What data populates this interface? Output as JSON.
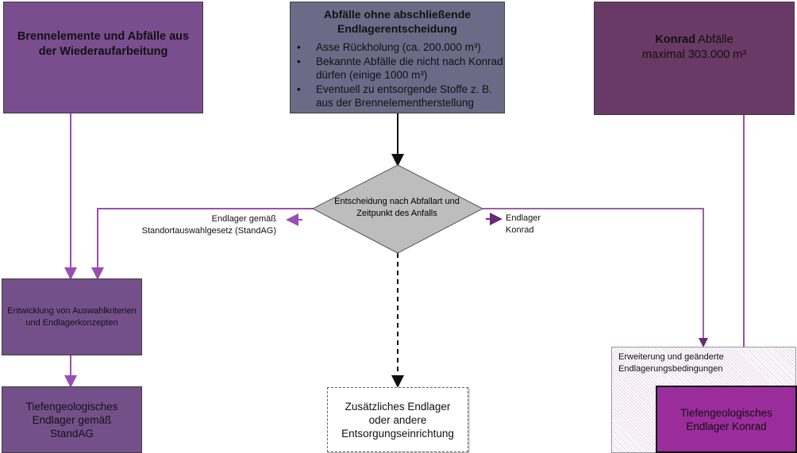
{
  "nodes": {
    "brennelemente": "Brennelemente und Abfälle aus der Wiederaufarbeitung",
    "ohne_title": "Abfälle ohne abschließende Endlagerentscheidung",
    "ohne_items": [
      "Asse Rückholung (ca. 200.000 m³)",
      "Bekannte Abfälle die nicht nach Konrad dürfen (einige 1000 m³)",
      "Eventuell zu entsorgende Stoffe z. B. aus der Brennelementherstellung"
    ],
    "konrad_bold": "Konrad",
    "konrad_rest": " Abfälle",
    "konrad_line2": "maximal 303.000 m³",
    "decision": "Entscheidung  nach Abfallart und Zeitpunkt des Anfalls",
    "label_standag": "Endlager gemäß Standortauswahlgesetz (StandAG)",
    "label_konrad": "Endlager Konrad",
    "entwicklung": "Entwicklung von Auswahlkriterien und Endlagerkonzepten",
    "tief_standag": "Tiefengeologisches Endlager gemäß StandAG",
    "zusaetzlich": "Zusätzliches Endlager oder andere Entsorgungseinrichtung",
    "erweiterung": "Erweiterung und geänderte Endlagerungsbedingungen",
    "tief_konrad": "Tiefengeologisches Endlager Konrad"
  },
  "colors": {
    "purple_line": "#9a4fb0",
    "dark_line": "#111111",
    "diamond": "#bdbdbd"
  }
}
